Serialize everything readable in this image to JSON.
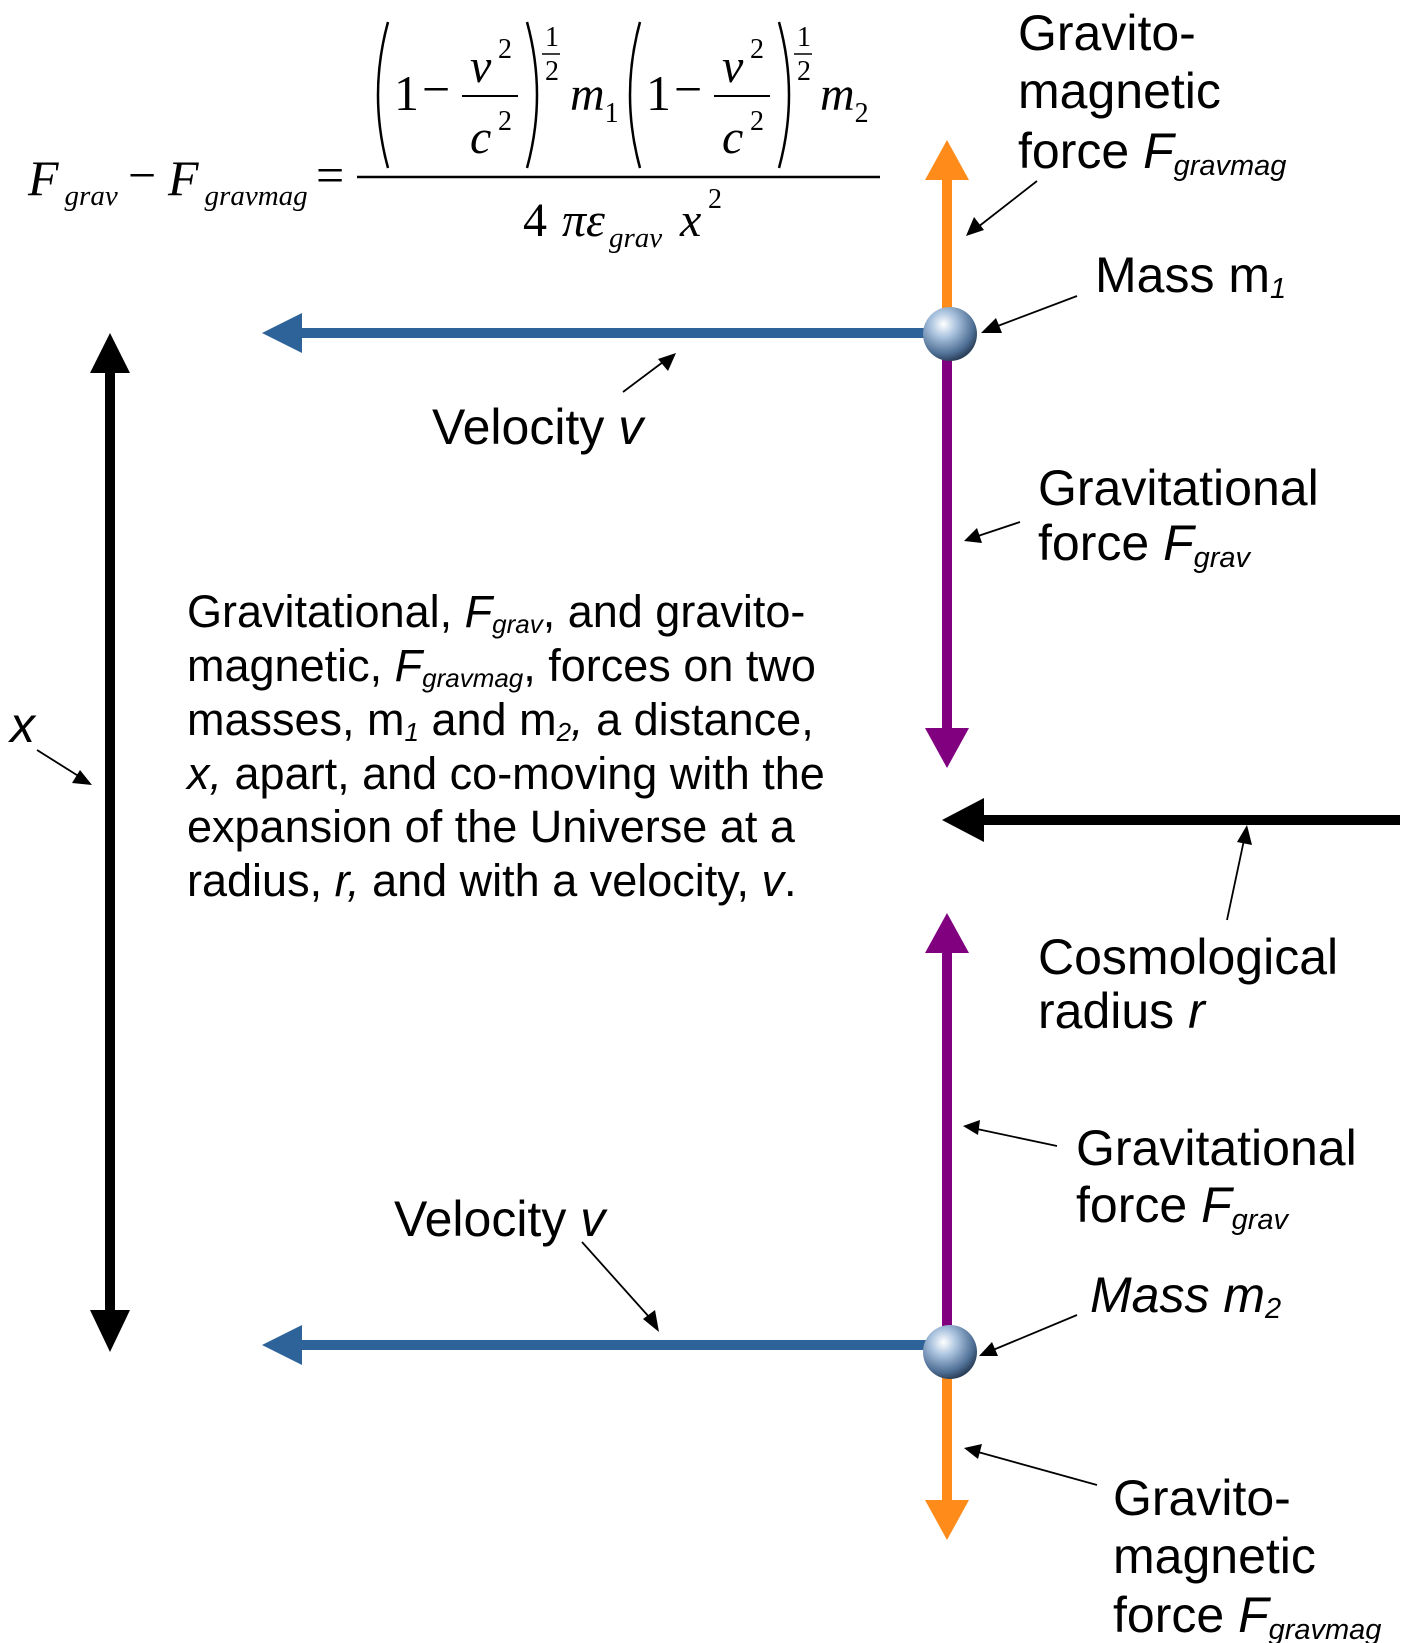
{
  "formula": {
    "lhs_f1": "F",
    "lhs_s1": "grav",
    "minus": "−",
    "lhs_f2": "F",
    "lhs_s2": "gravmag",
    "equals": "=",
    "one": "1",
    "v": "v",
    "c": "c",
    "sq": "2",
    "half_num": "1",
    "half_den": "2",
    "m": "m",
    "m1_sub": "1",
    "m2_sub": "2",
    "four": "4",
    "pi_eps": "πε",
    "eps_sub": "grav",
    "x": "x"
  },
  "labels": {
    "gravmag_top": {
      "line1": "Gravito-",
      "line2": "magnetic",
      "line3_text": "force ",
      "line3_sym": "F",
      "line3_sub": "gravmag"
    },
    "mass1": {
      "text": "Mass m",
      "sub": "1"
    },
    "velocity_top": {
      "text": "Velocity ",
      "sym": "v"
    },
    "grav_top": {
      "line1": "Gravitational",
      "line2_text": "force ",
      "line2_sym": "F",
      "line2_sub": "grav"
    },
    "x_axis": "x",
    "cosmo": {
      "line1": "Cosmological",
      "line2_text": "radius ",
      "line2_sym": "r"
    },
    "grav_bottom": {
      "line1": "Gravitational",
      "line2_text": "force ",
      "line2_sym": "F",
      "line2_sub": "grav"
    },
    "velocity_bottom": {
      "text": "Velocity ",
      "sym": "v"
    },
    "mass2": {
      "text": "Mass m",
      "sub": "2"
    },
    "gravmag_bottom": {
      "line1": "Gravito-",
      "line2": "magnetic",
      "line3_text": "force ",
      "line3_sym": "F",
      "line3_sub": "gravmag"
    }
  },
  "description": {
    "l1_a": "Gravitational, ",
    "l1_F": "F",
    "l1_sub": "grav",
    "l1_b": ", and gravito-",
    "l2_a": "magnetic, ",
    "l2_F": "F",
    "l2_sub": "gravmag",
    "l2_b": ", forces on two",
    "l3_a": "masses, m",
    "l3_sub1": "1",
    "l3_b": " and m",
    "l3_sub2": "2",
    "l3_comma": ",",
    "l3_c": " a distance,",
    "l4_x": "x,",
    "l4_b": " apart, and co-moving with the",
    "l5": "expansion of the Universe at a",
    "l6_a": "radius, ",
    "l6_r": "r,",
    "l6_b": " and with a velocity, ",
    "l6_v": "v",
    "l6_c": "."
  },
  "colors": {
    "velocity": "#2e6399",
    "gravitational": "#800080",
    "gravitomagnetic": "#ff8c1a",
    "distance": "#000000",
    "cosmological": "#000000",
    "mass_fill": "#7f9cc0"
  }
}
